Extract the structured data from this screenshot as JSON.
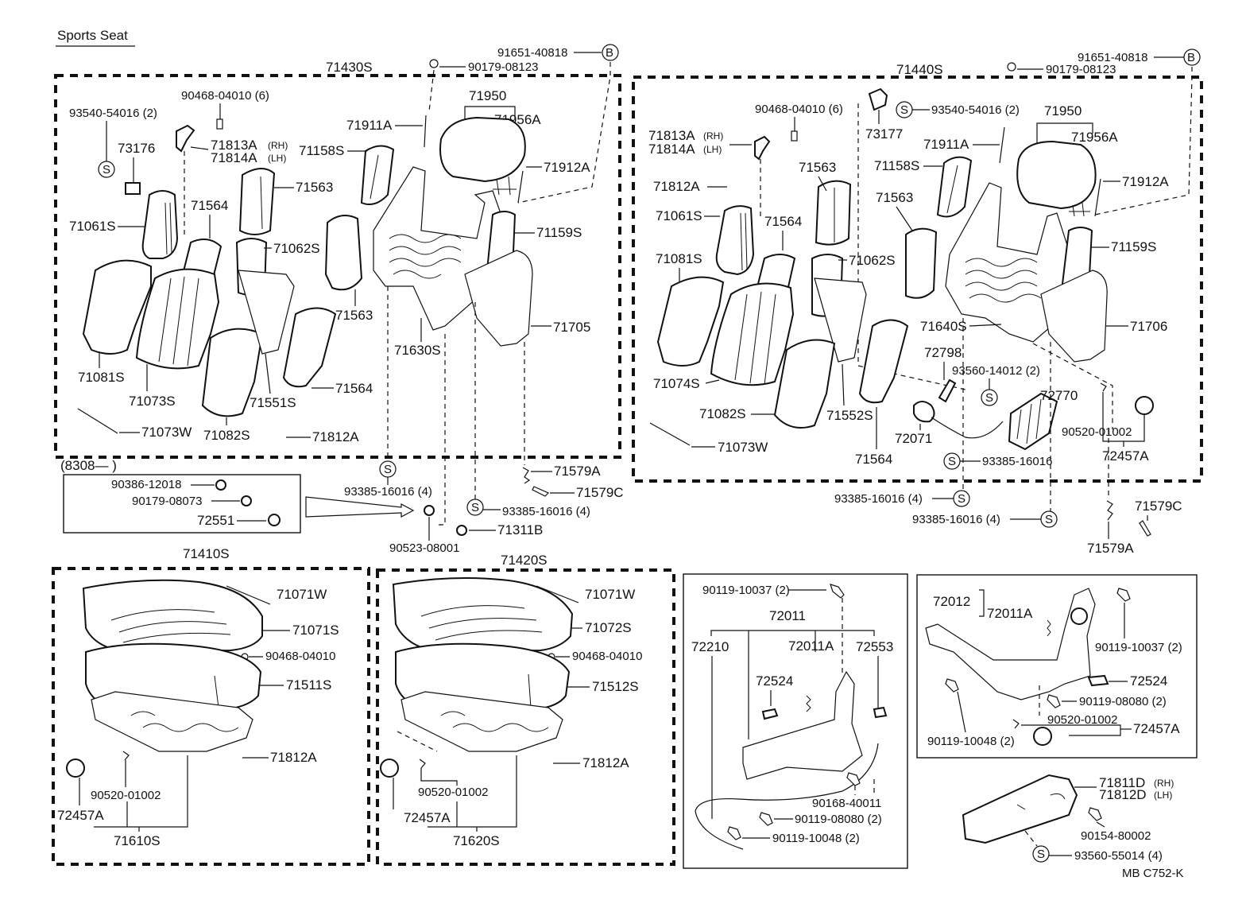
{
  "title": "Sports Seat",
  "footer_code": "MB  C752-K",
  "circle_b": "B",
  "circle_s": "S",
  "labels": {
    "l71430S": "71430S",
    "l71440S": "71440S",
    "l91651_L": "91651-40818",
    "l90179_L": "90179-08123",
    "l91651_R": "91651-40818",
    "l90179_R": "90179-08123",
    "l90468_L": "90468-04010 (6)",
    "l93540_L": "93540-54016 (2)",
    "l73176": "73176",
    "l71813A_L": "71813A",
    "l71814A_L": "71814A",
    "rh": "(RH)",
    "lh": "(LH)",
    "l71061S_L": "71061S",
    "l71564_L": "71564",
    "l71563_L": "71563",
    "l71062S_L": "71062S",
    "l71158S_L": "71158S",
    "l71911A_L": "71911A",
    "l71950_L": "71950",
    "l71956A_L": "71956A",
    "l71912A_L": "71912A",
    "l71159S_L": "71159S",
    "l71705": "71705",
    "l71563_L2": "71563",
    "l71630S": "71630S",
    "l71564_L2": "71564",
    "l71081S_L": "71081S",
    "l71073S": "71073S",
    "l71551S": "71551S",
    "l71082S_L": "71082S",
    "l71073W_L": "71073W",
    "l71812A_L": "71812A",
    "l8308": "(8308—         )",
    "l90386": "90386-12018",
    "l90179_08073": "90179-08073",
    "l72551": "72551",
    "l93385_L1": "93385-16016 (4)",
    "l90523": "90523-08001",
    "l71311B": "71311B",
    "l93385_L2": "93385-16016 (4)",
    "l71579A_L": "71579A",
    "l71579C_L": "71579C",
    "l90468_R": "90468-04010 (6)",
    "l73177": "73177",
    "l93540_R": "93540-54016 (2)",
    "l71950_R": "71950",
    "l71956A_R": "71956A",
    "l71911A_R": "71911A",
    "l71912A_R": "71912A",
    "l71813A_R": "71813A",
    "l71814A_R": "71814A",
    "l71812A_R": "71812A",
    "l71563_R": "71563",
    "l71158S_R": "71158S",
    "l71061S_R": "71061S",
    "l71564_R": "71564",
    "l71563_R2": "71563",
    "l71081S_R": "71081S",
    "l71062S_R": "71062S",
    "l71159S_R": "71159S",
    "l71640S": "71640S",
    "l71706": "71706",
    "l72798": "72798",
    "l93560_14012": "93560-14012 (2)",
    "l71074S": "71074S",
    "l71082S_R": "71082S",
    "l71552S": "71552S",
    "l72770": "72770",
    "l72071": "72071",
    "l90520_R": "90520-01002",
    "l72457A_R": "72457A",
    "l71073W_R": "71073W",
    "l71564_R2": "71564",
    "l93385_R0": "93385-16016",
    "l93385_R1": "93385-16016 (4)",
    "l93385_R2": "93385-16016 (4)",
    "l71579C_R": "71579C",
    "l71579A_R": "71579A",
    "l71410S": "71410S",
    "l71071W_1": "71071W",
    "l71071S": "71071S",
    "l90468_04010_1": "90468-04010",
    "l71511S": "71511S",
    "l71812A_B1": "71812A",
    "l90520_B1": "90520-01002",
    "l72457A_B1": "72457A",
    "l71610S": "71610S",
    "l71420S": "71420S",
    "l71071W_2": "71071W",
    "l71072S": "71072S",
    "l90468_04010_2": "90468-04010",
    "l71512S": "71512S",
    "l71812A_B2": "71812A",
    "l90520_B2": "90520-01002",
    "l72457A_B2": "72457A",
    "l71620S": "71620S",
    "l90119_10037_a": "90119-10037 (2)",
    "l72011": "72011",
    "l72210": "72210",
    "l72011A_a": "72011A",
    "l72553": "72553",
    "l72524_a": "72524",
    "l90168": "90168-40011",
    "l90119_08080_a": "90119-08080 (2)",
    "l90119_10048_a": "90119-10048 (2)",
    "l72012": "72012",
    "l72011A_b": "72011A",
    "l90119_10037_b": "90119-10037 (2)",
    "l72524_b": "72524",
    "l90119_08080_b": "90119-08080 (2)",
    "l90520_b": "90520-01002",
    "l72457A_b": "72457A",
    "l90119_10048_b": "90119-10048 (2)",
    "l71811D": "71811D",
    "l71812D": "71812D",
    "l90154": "90154-80002",
    "l93560_55014": "93560-55014 (4)"
  }
}
